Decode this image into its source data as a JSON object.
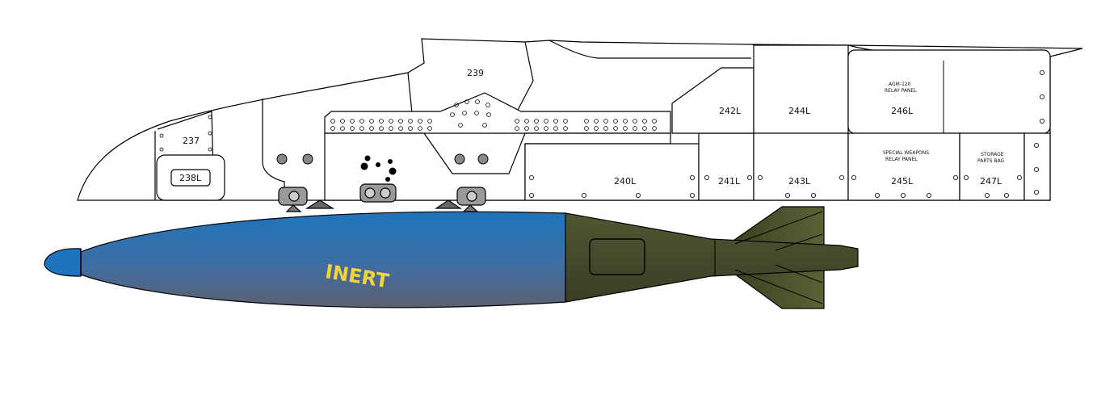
{
  "panels": {
    "p237": "237",
    "p238": "238L",
    "p239": "239",
    "p240": "240L",
    "p241": "241L",
    "p242": "242L",
    "p243": "243L",
    "p244": "244L",
    "p245": "245L",
    "p246": "246L",
    "p247": "247L"
  },
  "notes": {
    "agm_line1": "AGM-120",
    "agm_line2": "RELAY PANEL",
    "special_line1": "SPECIAL WEAPONS",
    "special_line2": "RELAY PANEL",
    "storage_line1": "STORAGE",
    "storage_line2": "PARTS BAG"
  },
  "store": {
    "stencil": "INERT"
  },
  "colors": {
    "body_top": "#1e74bd",
    "body_bottom": "#5a5e6e",
    "tail_top": "#4d5530",
    "tail_bottom": "#3a3f24",
    "stencil": "#f2d33a"
  }
}
